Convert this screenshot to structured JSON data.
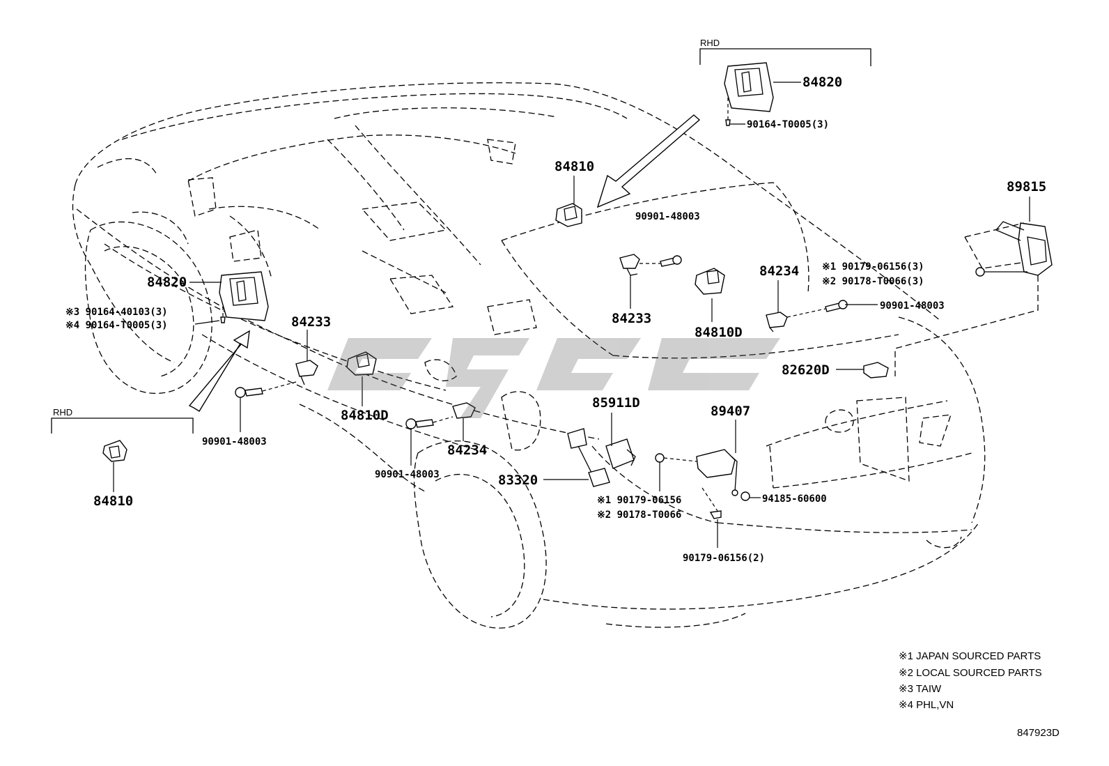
{
  "rhd_label": "RHD",
  "callouts": {
    "c84820_top": "84820",
    "c90164_T0005_top": "90164-T0005(3)",
    "c84810_top": "84810",
    "c89815": "89815",
    "c90901_48003_top": "90901-48003",
    "c84234_right": "84234",
    "c90179_06156_3_line": "※1 90179-06156(3)",
    "c90178_T0066_3_line": "※2 90178-T0066(3)",
    "c90901_48003_right": "90901-48003",
    "c84233_center": "84233",
    "c84810D_right": "84810D",
    "c82620D": "82620D",
    "c84820_left": "84820",
    "c90164_40103_line": "※3 90164-40103(3)",
    "c90164_T0005_left_line": "※4 90164-T0005(3)",
    "c84233_left": "84233",
    "c84810D_left": "84810D",
    "c85911D": "85911D",
    "c89407": "89407",
    "c90901_48003_left": "90901-48003",
    "c84234_left": "84234",
    "c90901_48003_bottom": "90901-48003",
    "c83320": "83320",
    "c90179_06156_line": "※1 90179-06156",
    "c90178_T0066_line": "※2 90178-T0066",
    "c94185_60600": "94185-60600",
    "c90179_06156_2": "90179-06156(2)",
    "c84810_bottom": "84810"
  },
  "notes": [
    "※1 JAPAN SOURCED PARTS",
    "※2 LOCAL SOURCED PARTS",
    "※3 TAIW",
    "※4 PHL,VN"
  ],
  "drawing_number": "847923D"
}
